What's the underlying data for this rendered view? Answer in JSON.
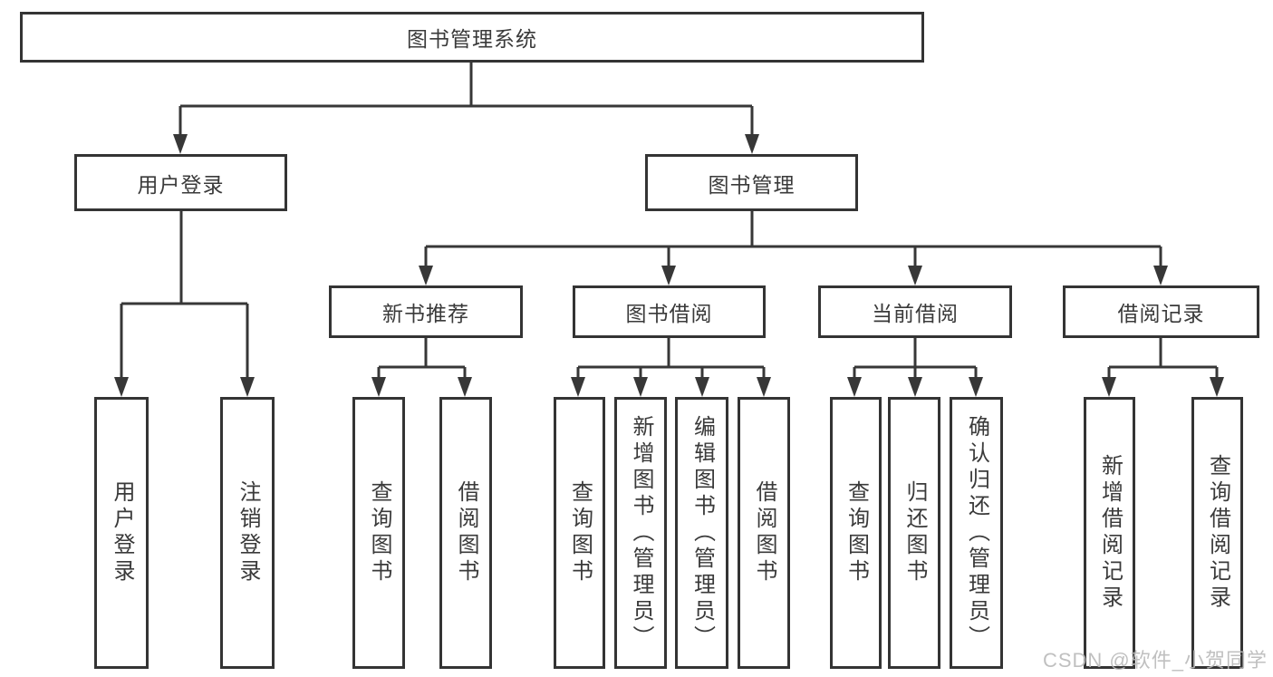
{
  "watermark": "CSDN @软件_小贺同学",
  "colors": {
    "line": "#373737",
    "box_border": "#343434",
    "text": "#3a3a3a",
    "background": "#ffffff",
    "watermark": "#b9b9b9"
  },
  "nodes": {
    "root": {
      "label": "图书管理系统"
    },
    "level2": [
      {
        "label": "用户登录",
        "parent": "图书管理系统"
      },
      {
        "label": "图书管理",
        "parent": "图书管理系统"
      }
    ],
    "level3": [
      {
        "label": "新书推荐",
        "parent": "图书管理"
      },
      {
        "label": "图书借阅",
        "parent": "图书管理"
      },
      {
        "label": "当前借阅",
        "parent": "图书管理"
      },
      {
        "label": "借阅记录",
        "parent": "图书管理"
      }
    ],
    "leaves": [
      {
        "label": "用户登录",
        "parent": "用户登录"
      },
      {
        "label": "注销登录",
        "parent": "用户登录"
      },
      {
        "label": "查询图书",
        "parent": "新书推荐"
      },
      {
        "label": "借阅图书",
        "parent": "新书推荐"
      },
      {
        "label": "查询图书",
        "parent": "图书借阅"
      },
      {
        "label": "新增图书（管理员）",
        "parent": "图书借阅"
      },
      {
        "label": "编辑图书（管理员）",
        "parent": "图书借阅"
      },
      {
        "label": "借阅图书",
        "parent": "图书借阅"
      },
      {
        "label": "查询图书",
        "parent": "当前借阅"
      },
      {
        "label": "归还图书",
        "parent": "当前借阅"
      },
      {
        "label": "确认归还（管理员）",
        "parent": "当前借阅"
      },
      {
        "label": "新增借阅记录",
        "parent": "借阅记录"
      },
      {
        "label": "查询借阅记录",
        "parent": "借阅记录"
      }
    ]
  }
}
